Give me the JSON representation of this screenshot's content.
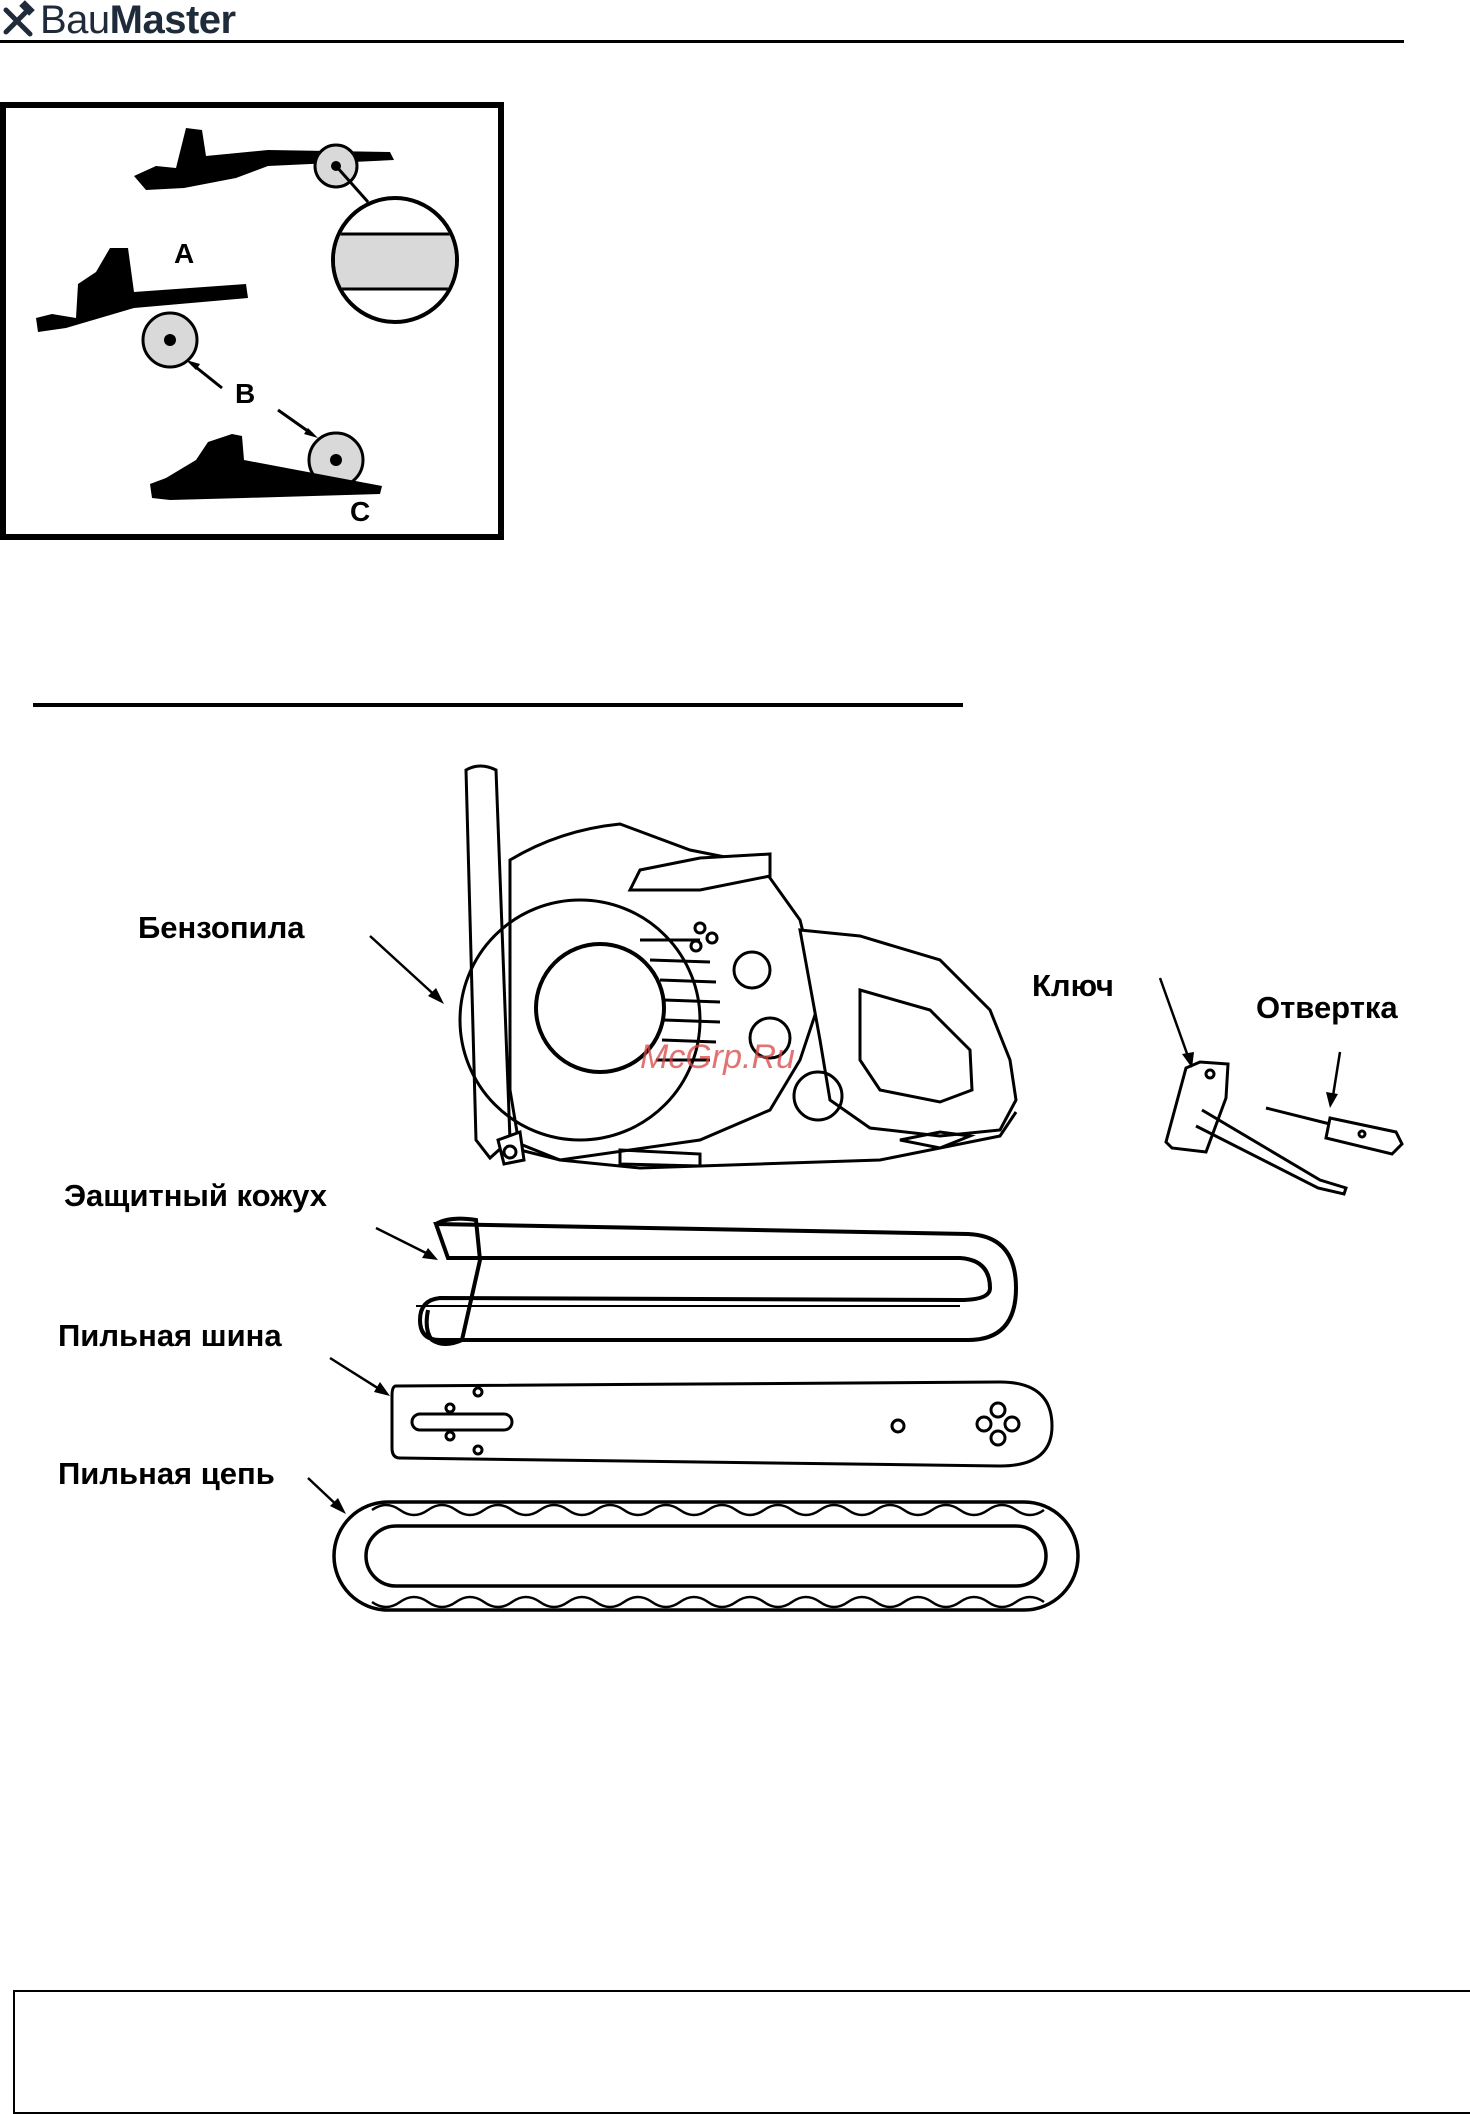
{
  "header": {
    "logo_icon": "hammer-wrench-icon",
    "brand_part1": "Bau",
    "brand_part2": "Master"
  },
  "figure_positions": {
    "label_a": "A",
    "label_b": "B",
    "label_c": "C"
  },
  "parts": {
    "chainsaw": "Бензопила",
    "wrench": "Ключ",
    "screwdriver": "Отвертка",
    "guard": "Эащитный кожух",
    "bar": "Пильная шина",
    "chain": "Пильная цепь"
  },
  "watermark": "McGrp.Ru",
  "colors": {
    "brand": "#1f2b3a",
    "watermark": "#d94545",
    "fill_gray": "#d9d9d9"
  }
}
